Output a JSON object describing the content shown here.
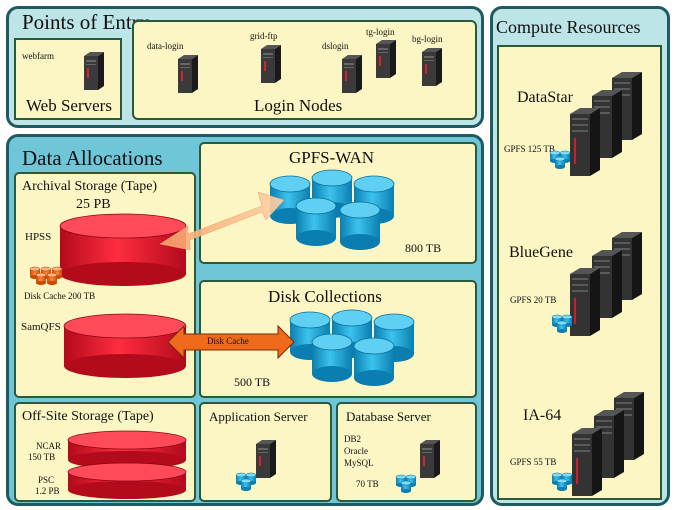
{
  "points_of_entry": {
    "title": "Points of Entry",
    "web_servers": {
      "label": "Web Servers",
      "items": [
        "webfarm"
      ]
    },
    "login_nodes": {
      "label": "Login Nodes",
      "items": [
        "data-login",
        "grid-ftp",
        "dslogin",
        "tg-login",
        "bg-login"
      ]
    }
  },
  "compute_resources": {
    "title": "Compute Resources",
    "systems": [
      {
        "name": "DataStar",
        "gpfs": "GPFS 125 TB"
      },
      {
        "name": "BlueGene",
        "gpfs": "GPFS 20 TB"
      },
      {
        "name": "IA-64",
        "gpfs": "GPFS 55 TB"
      }
    ]
  },
  "data_allocations": {
    "title": "Data Allocations",
    "archival": {
      "title": "Archival Storage (Tape)",
      "capacity": "25 PB",
      "hpss": "HPSS",
      "disk_cache": "Disk Cache  200 TB",
      "samqfs": "SamQFS"
    },
    "gpfs_wan": {
      "title": "GPFS-WAN",
      "capacity": "800 TB"
    },
    "disk_collections": {
      "title": "Disk Collections",
      "capacity": "500 TB",
      "arrow_label": "Disk Cache"
    },
    "offsite": {
      "title": "Off-Site Storage (Tape)",
      "ncar": "NCAR",
      "ncar_size": "150 TB",
      "psc": "PSC",
      "psc_size": "1.2 PB"
    },
    "app_server": {
      "title": "Application Server"
    },
    "db_server": {
      "title": "Database Server",
      "dbs": [
        "DB2",
        "Oracle",
        "MySQL"
      ],
      "capacity": "70 TB"
    }
  },
  "colors": {
    "panel_fill": "#fbf6c3",
    "outer_fill": "#bde4e6",
    "allocations_fill": "#6fc6d8",
    "border": "#1e5a5f",
    "cylinder_blue": "#1aa9d9",
    "tape_red": "#e8142a",
    "arrow_orange": "#f06a1c",
    "server_dark": "#2b2b2b"
  }
}
